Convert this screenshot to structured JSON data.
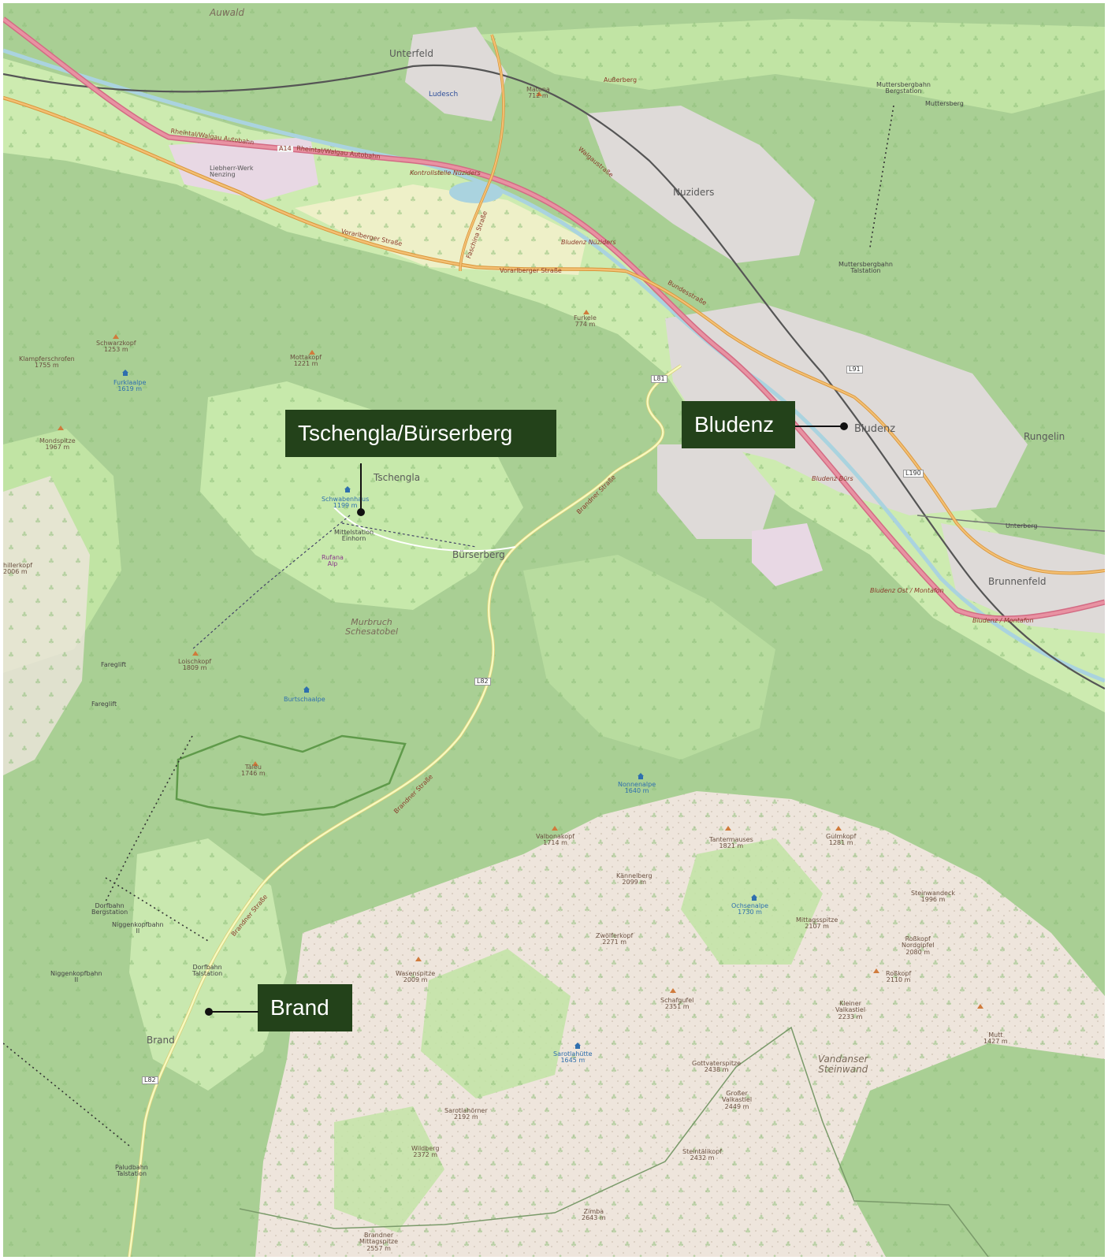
{
  "callouts": {
    "tschengla": "Tschengla/Bürserberg",
    "bludenz": "Bludenz",
    "brand": "Brand"
  },
  "places": {
    "auwald": "Auwald",
    "unterfeld": "Unterfeld",
    "ludesch": "Ludesch",
    "aussenberg": "Außerberg",
    "nuziders": "Nuziders",
    "bludenz": "Bludenz",
    "rungelin": "Rungelin",
    "brunnenfeld": "Brunnenfeld",
    "tschengla": "Tschengla",
    "burserberg": "Bürserberg",
    "brand": "Brand",
    "muttersberg": "Muttersberg",
    "unterberg": "Unterberg"
  },
  "roads": {
    "a14": "A14",
    "autobahn1": "Rheintal/Walgau Autobahn",
    "autobahn2": "Rheintal/Walgau Autobahn",
    "vorarlberger1": "Vorarlberger Straße",
    "vorarlberger2": "Vorarlberger Straße",
    "walgaustrasse": "Walgaustraße",
    "bundesstrasse": "Bundesstraße",
    "brandner1": "Brandner Straße",
    "brandner2": "Brandner Straße",
    "brandner3": "Brandner Straße",
    "faschina": "Faschina Straße",
    "l81": "L81",
    "l82a": "L82",
    "l82b": "L82",
    "l91": "L91",
    "l190": "L190",
    "kontroll": "Kontrollstelle Nüziders",
    "bludenz_nuziders": "Bludenz Nüziders",
    "bludenz_burs": "Bludenz Bürs",
    "bludenz_ost": "Bludenz Ost / Montafon",
    "bludenz_montafon": "Bludenz / Montafon",
    "liebherr": "Liebherr-Werk Nenzing"
  },
  "peaks": {
    "matona": "Matona\n712 m",
    "schwarzkopf": "Schwarzkopf\n1253 m",
    "klampers": "Klampferschrofen\n1755 m",
    "mondspitze": "Mondspitze\n1967 m",
    "mottakopf": "Mottakopf\n1221 m",
    "furkele": "Furkele\n774 m",
    "hillerkopf": "hillerkopf\n2006 m",
    "loischkopf": "Loischkopf\n1809 m",
    "tale": "Tälëu\n1746 m",
    "valbonakopf": "Valbonakopf\n1714 m",
    "kannelberg": "Kännelberg\n2099 m",
    "zwolferkopf": "Zwölferkopf\n2271 m",
    "tantermauses": "Tantermauses\n1821 m",
    "gulmkopf": "Gulmkopf\n1281 m",
    "mittagsspitze": "Mittagsspitze\n2107 m",
    "steinwandeck": "Steinwandeck\n1996 m",
    "rosskopf_n": "Roßkopf\nNordgipfel\n2080 m",
    "rosskopf": "Roßkopf\n2110 m",
    "klein_valkastiel": "Kleiner\nValkastiel\n2233 m",
    "schafgufel": "Schafgufel\n2351 m",
    "gottvater": "Gottvaterspitze\n2438 m",
    "gross_valkastiel": "Großer\nValkastiel\n2449 m",
    "steintalikopf": "Steintälikopf\n2432 m",
    "zimba": "Zimba\n2643 m",
    "wasenspitze": "Wasenspitze\n2009 m",
    "sarotlahorner": "Sarotlahörner\n2192 m",
    "wildberg": "Wildberg\n2372 m",
    "mittagspitze_b": "Brandner\nMittagspitze\n2557 m",
    "mutt": "Mutt\n1427 m"
  },
  "huts": {
    "furklaalpe": "Furklaalpe\n1619 m",
    "schwabenhaus": "Schwabenhaus\n1199 m",
    "burtschaalpe": "Burtschaalpe",
    "nonnenalpe": "Nonnenalpe\n1640 m",
    "ochsenalpe": "Ochsenalpe\n1730 m",
    "sarotlahutte": "Sarotlahütte\n1645 m"
  },
  "lifts": {
    "mittelstation": "Mittelstation\nEinhorn",
    "fareggllift1": "Fareglift",
    "fareggllift2": "Fareglift",
    "dorfbahn_berg": "Dorfbahn\nBergstation",
    "niggenkopf1": "Niggenkopfbahn\nII",
    "niggenkopf2": "Niggenkopfbahn\nII",
    "dorfbahn_tal": "Dorfbahn\nTalstation",
    "paludbahn": "Paludbahn\nTalstation",
    "mutters_berg": "Muttersbergbahn\nBergstation",
    "mutters_tal": "Muttersbergbahn\nTalstation",
    "rufana": "Rufana\nAlp"
  },
  "areas": {
    "murbruch": "Murbruch\nSchesatobel",
    "vandanser": "Vandanser\nSteinwand"
  },
  "colors": {
    "forest": "#a9cf94",
    "meadow": "#cdebb0",
    "urban": "#dedad8",
    "motorway": "#e892a2",
    "trunk": "#f3c074",
    "secondary": "#f7fabf",
    "rock": "#eee5dc",
    "callout_bg": "#23421a"
  }
}
